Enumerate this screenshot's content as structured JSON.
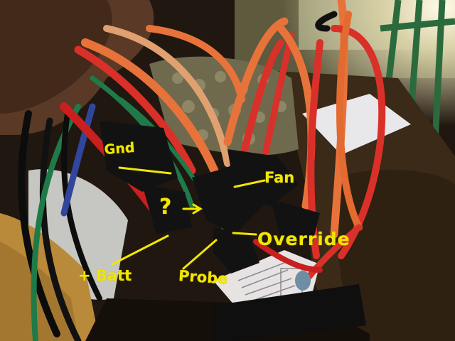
{
  "annotations": {
    "gnd": "Gnd",
    "fan": "Fan",
    "override": "Override",
    "batt": "+ Batt",
    "probe": "Probe",
    "unknown": "?"
  },
  "colors": {
    "annotation": "#f2e600",
    "wire_red": "#d9302a",
    "wire_orange": "#e8733a",
    "wire_green": "#1f7a4a",
    "connector_black": "#121212"
  }
}
